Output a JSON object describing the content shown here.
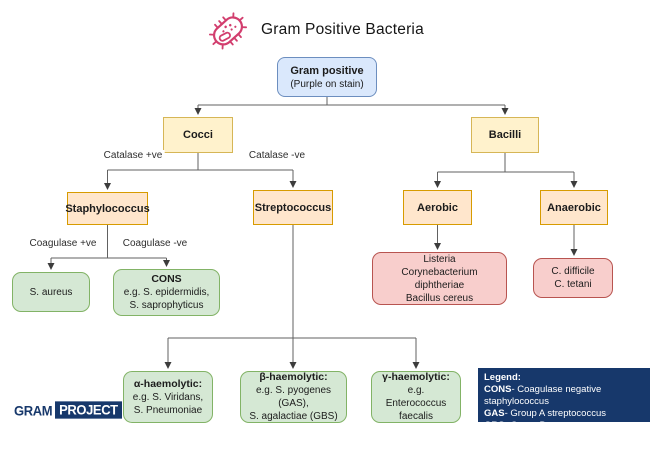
{
  "page": {
    "title": "Gram Positive Bacteria"
  },
  "colors": {
    "blue_fill": "#dae8fc",
    "blue_stroke": "#6c8ebf",
    "yellow_fill": "#fff2cc",
    "yellow_stroke": "#d6b656",
    "orange_fill": "#ffe6cc",
    "orange_stroke": "#d79b00",
    "green_fill": "#d5e8d4",
    "green_stroke": "#82b366",
    "red_fill": "#f8cecc",
    "red_stroke": "#b85450",
    "legend_bg": "#17386b",
    "legend_text": "#ffffff",
    "icon_pink": "#d23e6e",
    "line": "#616161"
  },
  "icons": {
    "bacteria": "bacteria-icon"
  },
  "nodes": {
    "gram_positive": {
      "title": "Gram positive",
      "subtitle": "(Purple on stain)"
    },
    "cocci": {
      "label": "Cocci"
    },
    "bacilli": {
      "label": "Bacilli"
    },
    "staphylococcus": {
      "label": "Staphylococcus"
    },
    "streptococcus": {
      "label": "Streptococcus"
    },
    "aerobic": {
      "label": "Aerobic"
    },
    "anaerobic": {
      "label": "Anaerobic"
    },
    "s_aureus": {
      "line1": "S. aureus"
    },
    "cons": {
      "title": "CONS",
      "line1": "e.g. S. epidermidis,",
      "line2": "S. saprophyticus"
    },
    "listeria": {
      "line1": "Listeria",
      "line2": "Corynebacterium diphtheriae",
      "line3": "Bacillus cereus"
    },
    "c_difficile": {
      "line1": "C. difficile",
      "line2": "C. tetani"
    },
    "alpha": {
      "title": "α-haemolytic:",
      "line1": "e.g. S. Viridans,",
      "line2": "S. Pneumoniae"
    },
    "beta": {
      "title": "β-haemolytic:",
      "line1": "e.g. S. pyogenes (GAS),",
      "line2": "S. agalactiae (GBS)"
    },
    "gamma": {
      "title": "γ-haemolytic:",
      "line1": "e.g. Enterococcus",
      "line2": "faecalis"
    }
  },
  "edge_labels": {
    "catalase_pos": "Catalase +ve",
    "catalase_neg": "Catalase -ve",
    "coagulase_pos": "Coagulase +ve",
    "coagulase_neg": "Coagulase -ve"
  },
  "legend": {
    "title": "Legend:",
    "items": [
      {
        "abbr": "CONS",
        "desc": "- Coagulase negative staphylococcus"
      },
      {
        "abbr": "GAS",
        "desc": "- Group A streptococcus"
      },
      {
        "abbr": "GBS",
        "desc": "- Group B streptococcus"
      }
    ]
  },
  "logo": {
    "part1": "GRAM",
    "part2": "PROJECT"
  }
}
